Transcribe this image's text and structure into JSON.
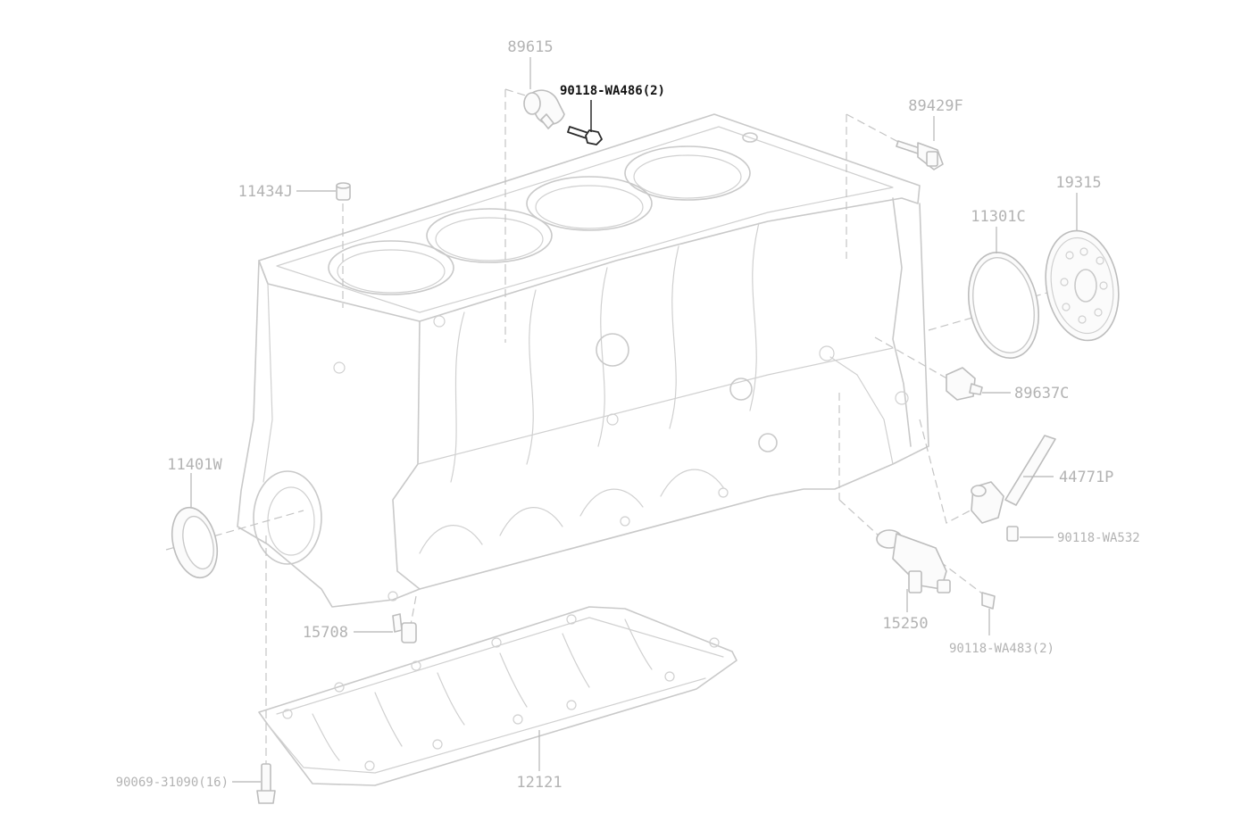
{
  "diagram": {
    "labels": {
      "p89615": "89615",
      "p90118_wa486": "90118-WA486(2)",
      "p89429f": "89429F",
      "p11434j": "11434J",
      "p19315": "19315",
      "p11301c": "11301C",
      "p89637c": "89637C",
      "p11401w": "11401W",
      "p44771p": "44771P",
      "p90118_wa532": "90118-WA532",
      "p15708": "15708",
      "p15250": "15250",
      "p90118_wa483": "90118-WA483(2)",
      "p90069_31090": "90069-31090(16)",
      "p12121": "12121"
    },
    "highlighted_part": "90118-WA486(2)"
  }
}
